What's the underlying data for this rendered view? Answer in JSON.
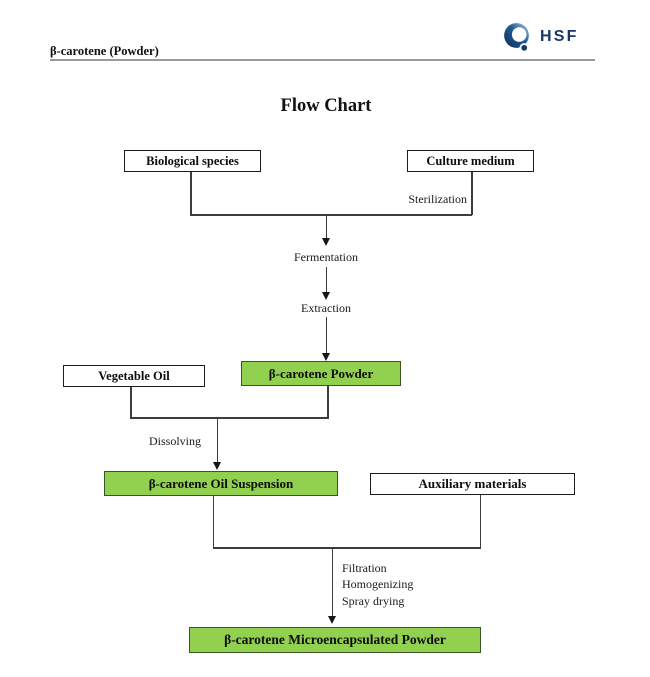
{
  "header": {
    "doc_title": "β-carotene (Powder)",
    "logo_text": "HSF"
  },
  "title": "Flow Chart",
  "flow": {
    "nodes": {
      "biological_species": "Biological species",
      "culture_medium": "Culture medium",
      "vegetable_oil": "Vegetable Oil",
      "beta_carotene_powder": "β-carotene Powder",
      "beta_carotene_oil_suspension": "β-carotene Oil Suspension",
      "auxiliary_materials": "Auxiliary materials",
      "beta_carotene_microencapsulated_powder": "β-carotene Microencapsulated Powder"
    },
    "process_labels": {
      "sterilization": "Sterilization",
      "fermentation": "Fermentation",
      "extraction": "Extraction",
      "dissolving": "Dissolving",
      "filtration": "Filtration",
      "homogenizing": "Homogenizing",
      "spray_drying": "Spray drying"
    },
    "edges": [
      {
        "from": "Biological species",
        "to": "Fermentation",
        "label": ""
      },
      {
        "from": "Culture medium",
        "to": "Fermentation",
        "label": "Sterilization"
      },
      {
        "from": "Fermentation",
        "to": "Extraction",
        "label": ""
      },
      {
        "from": "Extraction",
        "to": "β-carotene Powder",
        "label": ""
      },
      {
        "from": "Vegetable Oil",
        "to": "β-carotene Oil Suspension",
        "label": "Dissolving"
      },
      {
        "from": "β-carotene Powder",
        "to": "β-carotene Oil Suspension",
        "label": "Dissolving"
      },
      {
        "from": "β-carotene Oil Suspension",
        "to": "β-carotene Microencapsulated Powder",
        "label": "Filtration Homogenizing Spray drying"
      },
      {
        "from": "Auxiliary materials",
        "to": "β-carotene Microencapsulated Powder",
        "label": "Filtration Homogenizing Spray drying"
      }
    ]
  },
  "colors": {
    "highlight_fill": "#92d050",
    "highlight_border": "#375623",
    "box_border": "#1c1c1c",
    "connector": "#3d3d3d",
    "logo_navy": "#16366b",
    "header_rule": "#9a9a9a"
  }
}
